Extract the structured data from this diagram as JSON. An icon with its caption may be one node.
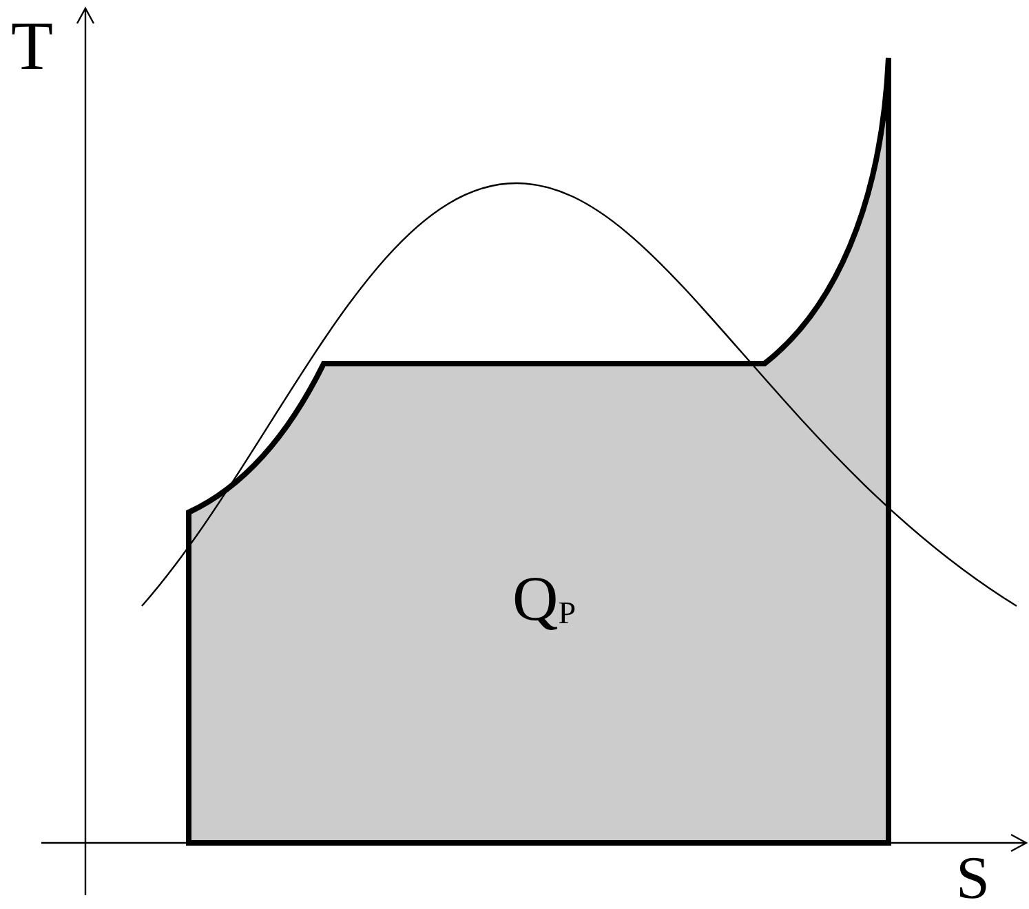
{
  "diagram": {
    "labels": [
      "T",
      "Q$_{P}$",
      "S"
    ]
  }
}
